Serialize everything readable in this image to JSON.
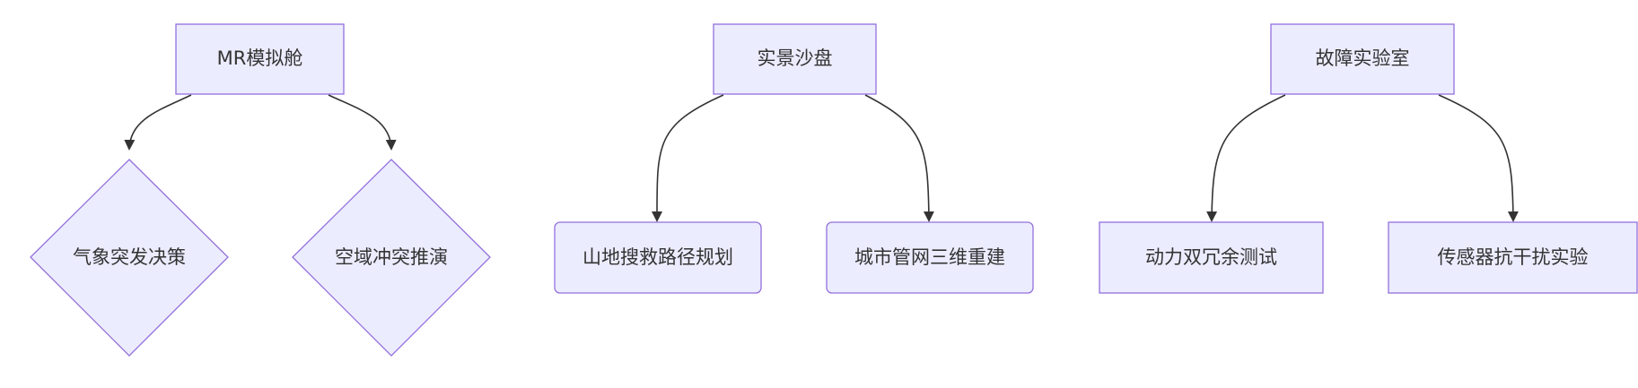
{
  "diagram": {
    "groups": [
      {
        "root": "MR模拟舱",
        "children": [
          "气象突发决策",
          "空域冲突推演"
        ]
      },
      {
        "root": "实景沙盘",
        "children": [
          "山地搜救路径规划",
          "城市管网三维重建"
        ]
      },
      {
        "root": "故障实验室",
        "children": [
          "动力双冗余测试",
          "传感器抗干扰实验"
        ]
      }
    ]
  }
}
